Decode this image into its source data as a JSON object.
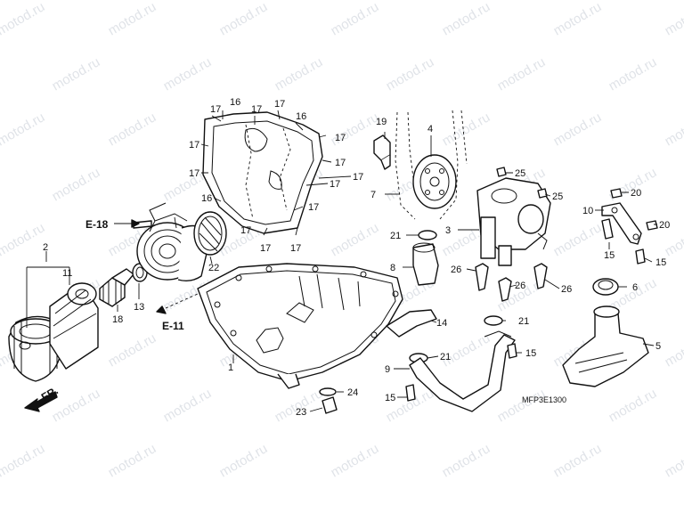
{
  "watermark": "motod.ru",
  "diagram_code": "MFP3E1300",
  "front_marker": "FR.",
  "ref_labels": {
    "e18": "E-18",
    "e11": "E-11"
  },
  "callouts": {
    "c1": "1",
    "c2": "2",
    "c3": "3",
    "c4": "4",
    "c5": "5",
    "c6": "6",
    "c7": "7",
    "c8": "8",
    "c9": "9",
    "c10": "10",
    "c11": "11",
    "c13": "13",
    "c14": "14",
    "c15a": "15",
    "c15b": "15",
    "c15c": "15",
    "c15d": "15",
    "c16a": "16",
    "c16b": "16",
    "c16c": "16",
    "c17a": "17",
    "c17b": "17",
    "c17c": "17",
    "c17d": "17",
    "c17e": "17",
    "c17f": "17",
    "c17g": "17",
    "c17h": "17",
    "c17i": "17",
    "c17j": "17",
    "c17k": "17",
    "c17l": "17",
    "c18": "18",
    "c19": "19",
    "c20a": "20",
    "c20b": "20",
    "c21a": "21",
    "c21b": "21",
    "c21c": "21",
    "c22": "22",
    "c23": "23",
    "c24": "24",
    "c25a": "25",
    "c25b": "25",
    "c26a": "26",
    "c26b": "26",
    "c26c": "26"
  }
}
